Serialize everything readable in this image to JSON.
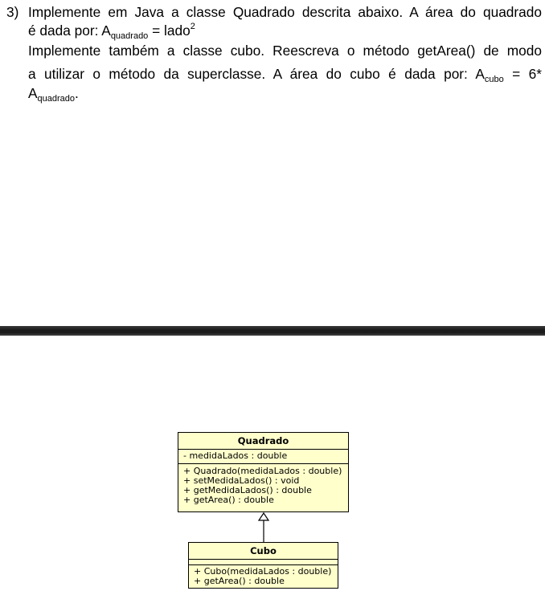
{
  "question": {
    "number": "3)",
    "line1": "Implemente em Java a classe Quadrado descrita abaixo. A área do quadrado",
    "line2": {
      "prefix": "é dada por: A",
      "sub": "quadrado",
      "middle": " = lado",
      "sup": "2"
    },
    "line3": "Implemente também a classe cubo. Reescreva o método getArea() de modo",
    "line4": {
      "prefix": "a utilizar o método da superclasse. A área do cubo é dada por: A",
      "sub": "cubo",
      "suffix": " = 6*"
    },
    "line5": {
      "prefix": "A",
      "sub": "quadrado",
      "suffix": "."
    }
  },
  "diagram": {
    "superclass": {
      "name": "Quadrado",
      "attributes": [
        "- medidaLados : double"
      ],
      "methods": [
        "+ Quadrado(medidaLados : double)",
        "+ setMedidaLados() : void",
        "+ getMedidaLados() : double",
        "+ getArea() : double"
      ]
    },
    "subclass": {
      "name": "Cubo",
      "methods": [
        "+ Cubo(medidaLados : double)",
        "+ getArea() : double"
      ]
    },
    "colors": {
      "class_fill": "#ffffcc",
      "border": "#000000",
      "divider": "#1b1b1b"
    }
  }
}
